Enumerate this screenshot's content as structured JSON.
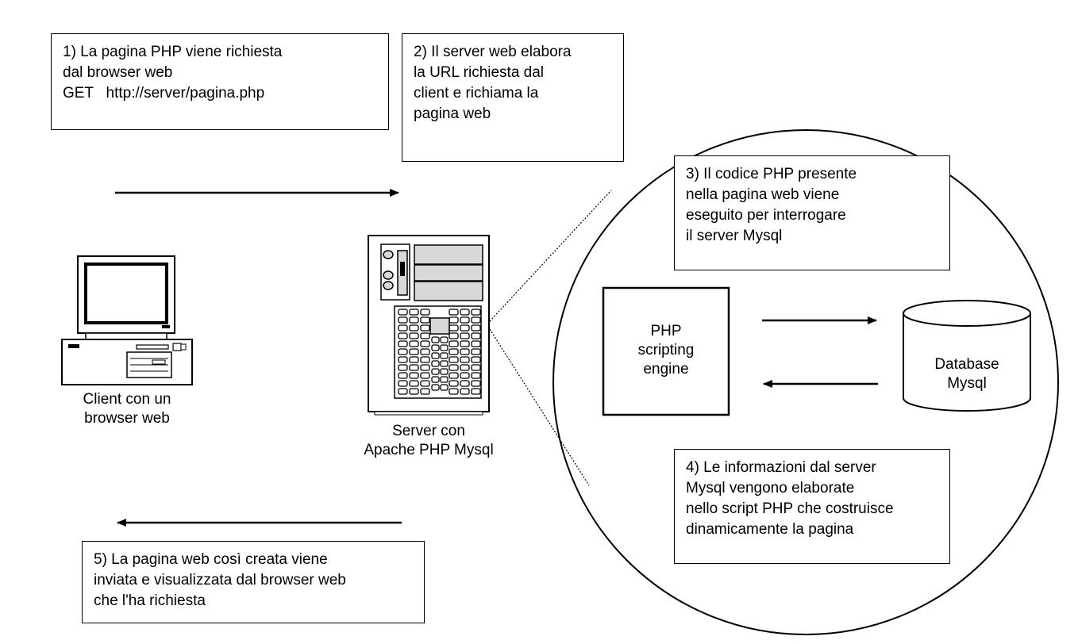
{
  "steps": {
    "step1": "1) La pagina PHP viene richiesta\ndal browser web\nGET   http://server/pagina.php",
    "step2": "2) Il server web elabora\nla URL richiesta dal\nclient e richiama la\npagina web",
    "step3": "3) Il codice PHP presente\nnella pagina web viene\neseguito per interrogare\nil server Mysql",
    "step4": "4) Le informazioni dal server\nMysql vengono elaborate\nnello script PHP che costruisce\ndinamicamente la pagina",
    "step5": "5) La pagina web così creata viene\ninviata e visualizzata dal browser web\nche l'ha richiesta"
  },
  "labels": {
    "client": "Client con un\nbrowser web",
    "server": "Server con\nApache PHP Mysql",
    "engine": "PHP\nscripting\nengine",
    "database": "Database\nMysql"
  },
  "colors": {
    "stroke": "#000000",
    "monitor_screen": "#ffffff",
    "server_panel": "#d8d8d8"
  }
}
